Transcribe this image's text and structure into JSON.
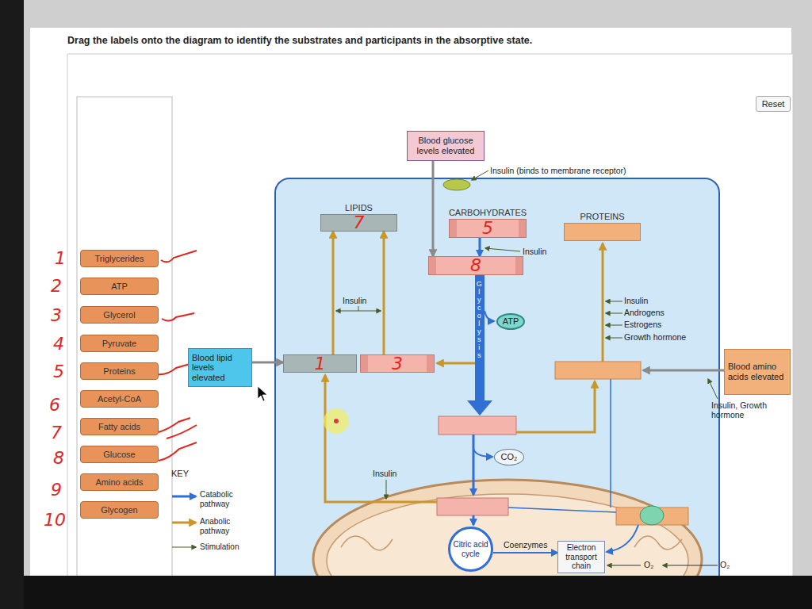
{
  "diagram": {
    "title": "Drag the labels onto the diagram to identify the substrates and participants in the absorptive state.",
    "nodes": [
      {
        "text": [
          "Reset"
        ]
      },
      {
        "text": [
          "Triglycerides"
        ]
      },
      {
        "text": [
          "ATP"
        ]
      },
      {
        "text": [
          "Glycerol"
        ]
      },
      {
        "text": [
          "Pyruvate"
        ]
      },
      {
        "text": [
          "Proteins"
        ]
      },
      {
        "text": [
          "Acetyl-CoA"
        ]
      },
      {
        "text": [
          "Fatty acids"
        ]
      },
      {
        "text": [
          "Glucose"
        ]
      },
      {
        "text": [
          "Amino acids"
        ]
      },
      {
        "text": [
          "Glycogen"
        ]
      },
      {
        "text": [
          "Blood glucose levels elevated"
        ]
      },
      {
        "text": [
          "LIPIDS",
          "7"
        ]
      },
      {
        "text": [
          "CARBOHYDRATES",
          "5"
        ]
      },
      {
        "text": [
          "PROTEINS"
        ]
      },
      {
        "text": [
          "8"
        ]
      },
      {
        "text": [
          "ATP"
        ]
      },
      {
        "text": [
          "Blood lipid levels elevated"
        ]
      },
      {
        "text": [
          "1"
        ]
      },
      {
        "text": [
          "3"
        ]
      },
      {
        "text": [
          "Blood amino acids elevated"
        ]
      },
      {
        "text": [
          "CO₂"
        ]
      },
      {
        "text": [
          "Citric acid cycle"
        ]
      },
      {
        "text": [
          "Electron transport chain"
        ]
      }
    ],
    "edges": [
      {
        "from": 11,
        "to": 15,
        "arrow": "to"
      },
      {
        "from": 13,
        "to": 15,
        "arrow": "to"
      },
      {
        "from": 17,
        "to": 18,
        "arrow": "to"
      },
      {
        "from": 18,
        "to": 12,
        "arrow": "to"
      },
      {
        "from": 19,
        "to": 12,
        "arrow": "to"
      },
      {
        "from": 22,
        "to": 23,
        "label": "Coenzymes",
        "arrow": "to"
      }
    ],
    "labels": [
      "Insulin (binds to membrane receptor)",
      "Insulin",
      "Insulin",
      "Insulin",
      "Androgens",
      "Estrogens",
      "Growth hormone",
      "Insulin, Growth hormone",
      "Insulin",
      "Glycolysis",
      "O₂",
      "O₂",
      "KEY",
      "1",
      "2",
      "3",
      "4",
      "5",
      "6",
      "7",
      "8",
      "9",
      "10"
    ],
    "legend": [
      {
        "text": "Catabolic pathway"
      },
      {
        "text": "Anabolic pathway"
      },
      {
        "text": "Stimulation"
      }
    ]
  }
}
